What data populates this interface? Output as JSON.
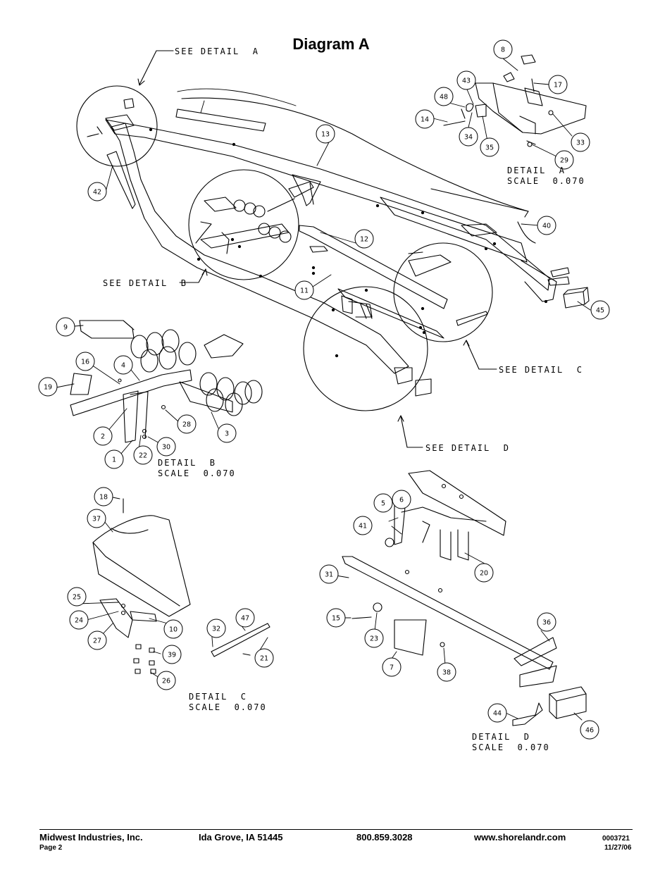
{
  "title": "Diagram A",
  "see_details": {
    "a": "SEE DETAIL  A",
    "b": "SEE DETAIL  B",
    "c": "SEE DETAIL  C",
    "d": "SEE DETAIL  D"
  },
  "details": {
    "a": {
      "name": "DETAIL  A",
      "scale": "SCALE  0.070"
    },
    "b": {
      "name": "DETAIL  B",
      "scale": "SCALE  0.070"
    },
    "c": {
      "name": "DETAIL  C",
      "scale": "SCALE  0.070"
    },
    "d": {
      "name": "DETAIL  D",
      "scale": "SCALE  0.070"
    }
  },
  "part_callouts": [
    "1",
    "2",
    "3",
    "4",
    "5",
    "6",
    "7",
    "8",
    "9",
    "10",
    "11",
    "12",
    "13",
    "14",
    "15",
    "16",
    "17",
    "18",
    "19",
    "20",
    "21",
    "22",
    "23",
    "24",
    "25",
    "26",
    "27",
    "28",
    "29",
    "30",
    "31",
    "32",
    "33",
    "34",
    "35",
    "36",
    "37",
    "38",
    "39",
    "40",
    "41",
    "42",
    "43",
    "44",
    "45",
    "46",
    "47",
    "48"
  ],
  "footer": {
    "company": "Midwest Industries, Inc.",
    "page": "Page 2",
    "city": "Ida Grove, IA  51445",
    "phone": "800.859.3028",
    "website": "www.shorelandr.com",
    "doc_number": "0003721",
    "date": "11/27/06"
  }
}
